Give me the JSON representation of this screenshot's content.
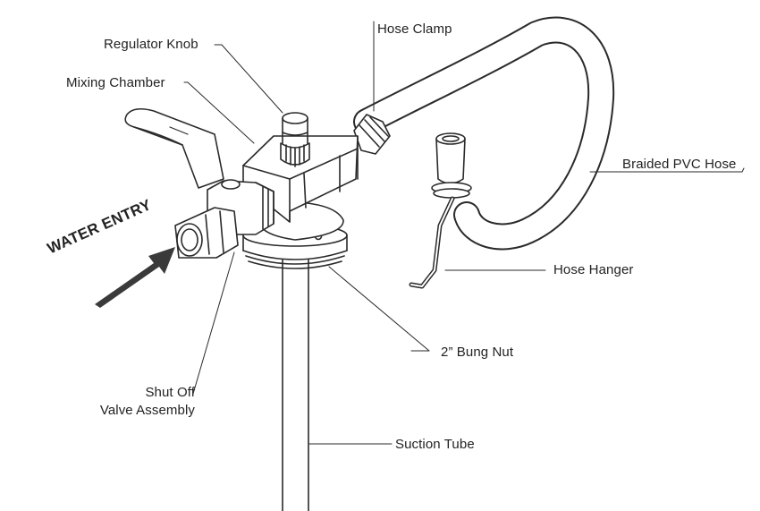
{
  "labels": {
    "regulator_knob": "Regulator Knob",
    "hose_clamp": "Hose Clamp",
    "mixing_chamber": "Mixing Chamber",
    "braided_pvc_hose": "Braided PVC Hose",
    "hose_hanger": "Hose Hanger",
    "water_entry": "WATER ENTRY",
    "bung_nut": "2” Bung Nut",
    "shut_off_line1": "Shut Off",
    "shut_off_line2": "Valve Assembly",
    "suction_tube": "Suction Tube"
  },
  "colors": {
    "line": "#2a2a2a",
    "arrow": "#3a3a3a",
    "background": "#ffffff"
  }
}
